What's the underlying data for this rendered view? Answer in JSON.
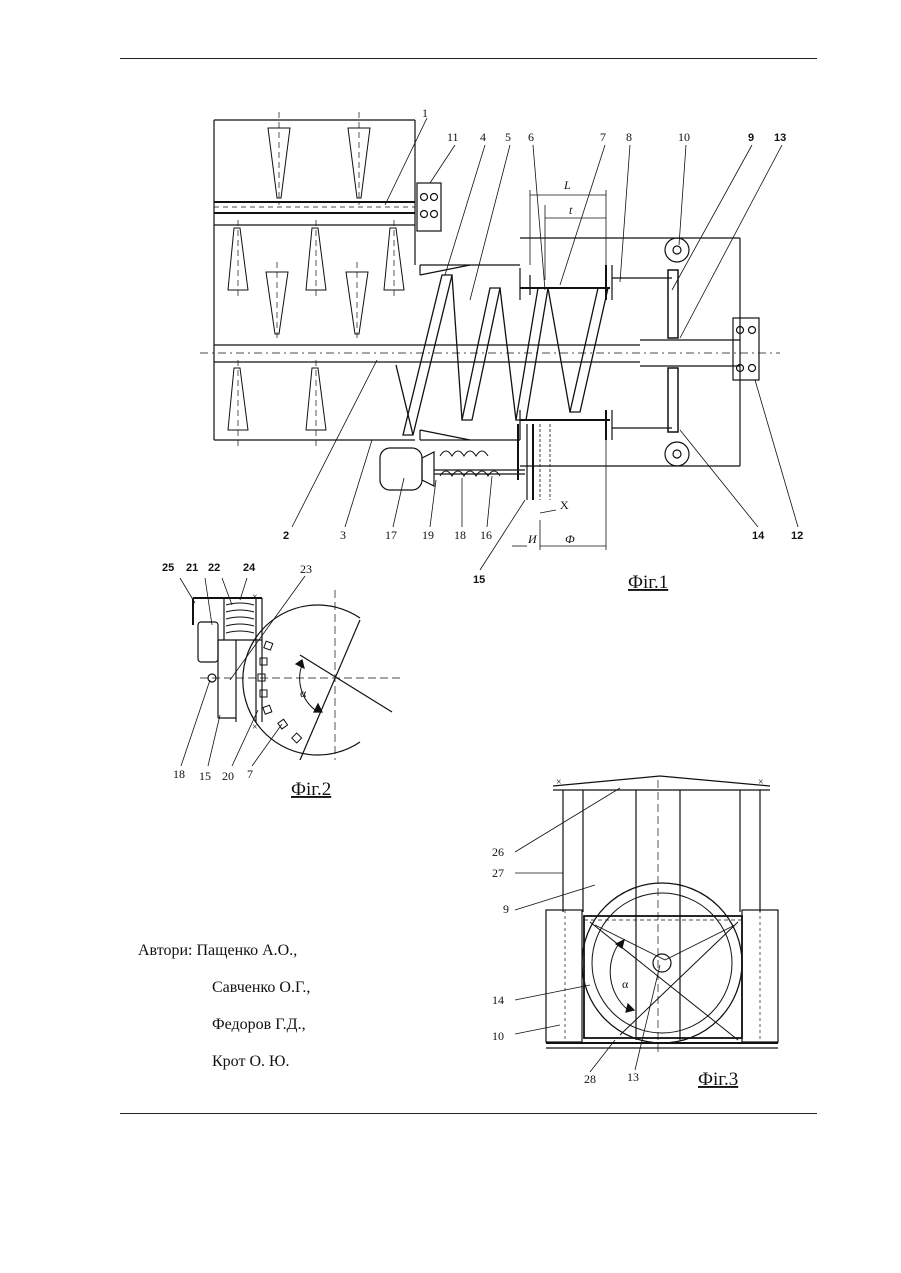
{
  "figures": {
    "fig1": {
      "caption": "Фіг.1",
      "labels": [
        "1",
        "11",
        "4",
        "5",
        "6",
        "7",
        "8",
        "10",
        "9",
        "13",
        "L",
        "t",
        "2",
        "3",
        "17",
        "19",
        "18",
        "16",
        "15",
        "X",
        "И",
        "Ф",
        "14",
        "12"
      ]
    },
    "fig2": {
      "caption": "Фіг.2",
      "labels": [
        "25",
        "21",
        "22",
        "24",
        "23",
        "α",
        "18",
        "15",
        "20",
        "7"
      ]
    },
    "fig3": {
      "caption": "Фіг.3",
      "labels": [
        "26",
        "27",
        "9",
        "14",
        "10",
        "α",
        "28",
        "13"
      ]
    }
  },
  "authors": {
    "prefix": "Автори:",
    "names": [
      "Пащенко А.О.,",
      "Савченко О.Г.,",
      "Федоров Г.Д.,",
      "Крот О. Ю."
    ]
  }
}
